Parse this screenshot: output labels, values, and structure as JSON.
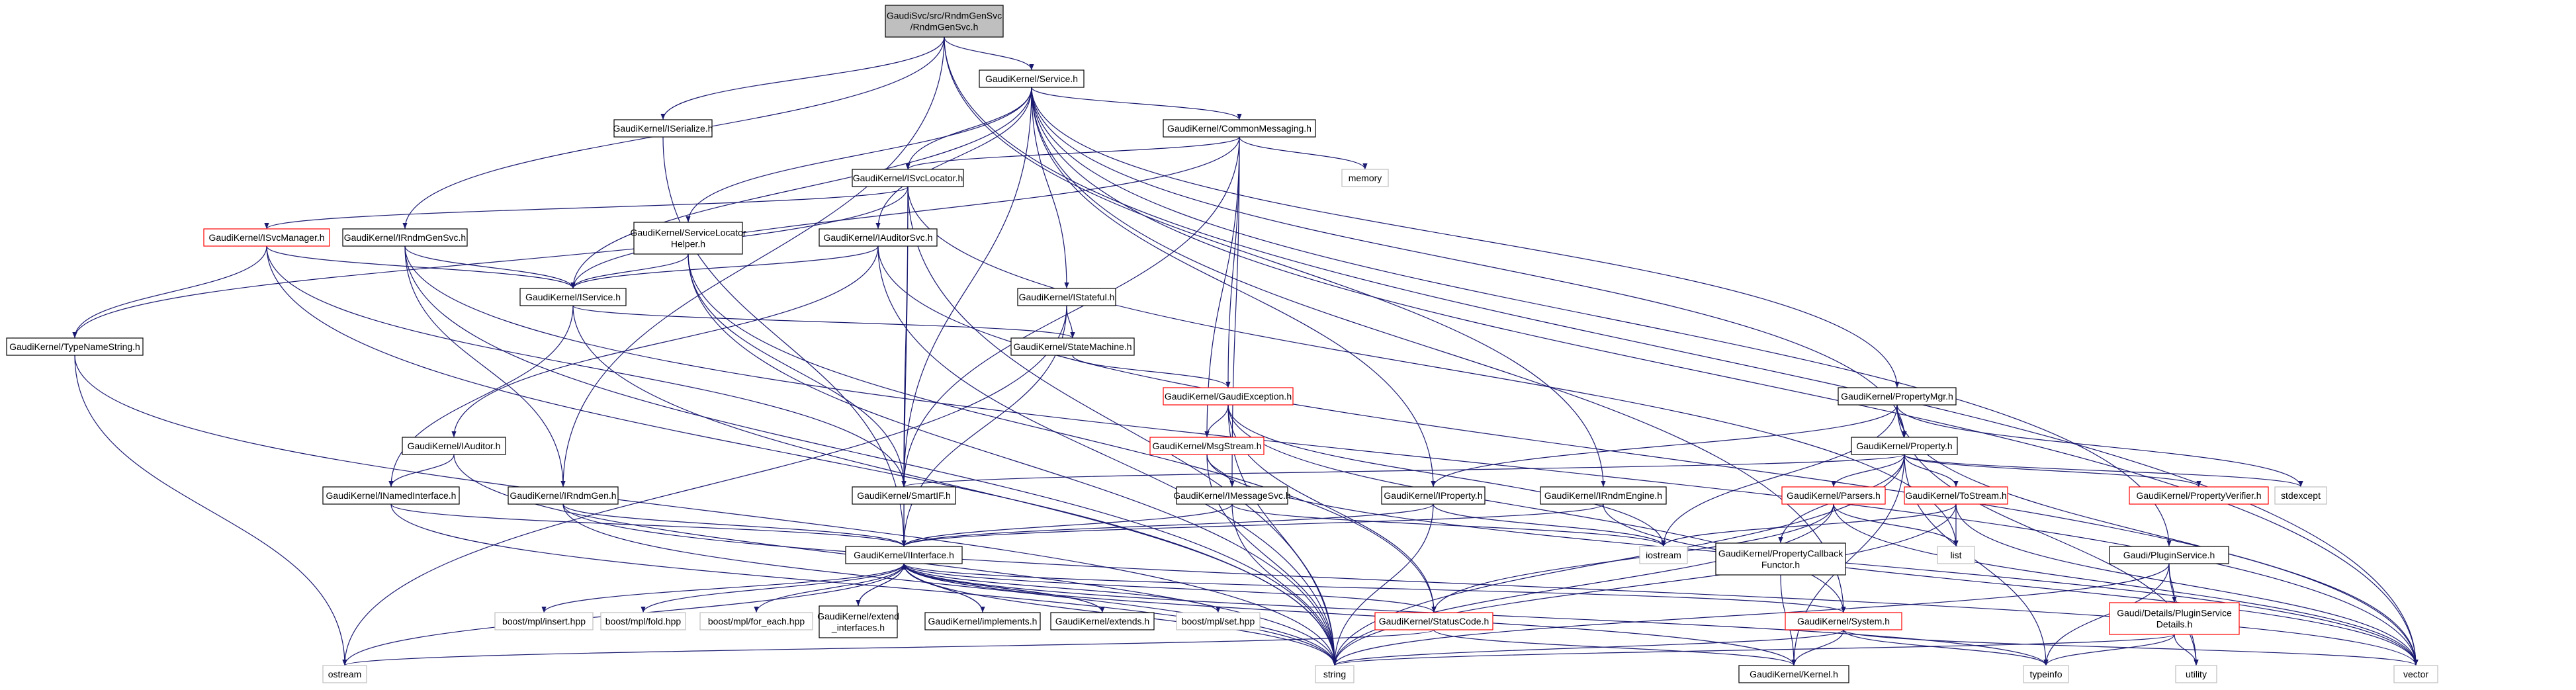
{
  "diagram": {
    "type": "include-dependency-graph",
    "edge_color": "#191970",
    "node_border_colors": {
      "normal": "#000000",
      "red": "#ff0000",
      "root_fill": "#bfbfbf",
      "external": "#bfbfbf"
    },
    "nodes": [
      {
        "id": "root",
        "lines": [
          "GaudiSvc/src/RndmGenSvc",
          "/RndmGenSvc.h"
        ],
        "style": "gray"
      },
      {
        "id": "service",
        "lines": [
          "GaudiKernel/Service.h"
        ],
        "style": "normal"
      },
      {
        "id": "iserialize",
        "lines": [
          "GaudiKernel/ISerialize.h"
        ],
        "style": "normal"
      },
      {
        "id": "commonmsg",
        "lines": [
          "GaudiKernel/CommonMessaging.h"
        ],
        "style": "normal"
      },
      {
        "id": "memory",
        "lines": [
          "memory"
        ],
        "style": "plain"
      },
      {
        "id": "isvclocator",
        "lines": [
          "GaudiKernel/ISvcLocator.h"
        ],
        "style": "normal"
      },
      {
        "id": "isvcmanager",
        "lines": [
          "GaudiKernel/ISvcManager.h"
        ],
        "style": "red"
      },
      {
        "id": "irndmgensvc",
        "lines": [
          "GaudiKernel/IRndmGenSvc.h"
        ],
        "style": "normal"
      },
      {
        "id": "servicelocatorhelper",
        "lines": [
          "GaudiKernel/ServiceLocator",
          "Helper.h"
        ],
        "style": "normal"
      },
      {
        "id": "iauditorsvc",
        "lines": [
          "GaudiKernel/IAuditorSvc.h"
        ],
        "style": "normal"
      },
      {
        "id": "iservice",
        "lines": [
          "GaudiKernel/IService.h"
        ],
        "style": "normal"
      },
      {
        "id": "typenamestring",
        "lines": [
          "GaudiKernel/TypeNameString.h"
        ],
        "style": "normal"
      },
      {
        "id": "istateful",
        "lines": [
          "GaudiKernel/IStateful.h"
        ],
        "style": "normal"
      },
      {
        "id": "statemachine",
        "lines": [
          "GaudiKernel/StateMachine.h"
        ],
        "style": "normal"
      },
      {
        "id": "gaudiexception",
        "lines": [
          "GaudiKernel/GaudiException.h"
        ],
        "style": "red"
      },
      {
        "id": "propertymgr",
        "lines": [
          "GaudiKernel/PropertyMgr.h"
        ],
        "style": "normal"
      },
      {
        "id": "iauditor",
        "lines": [
          "GaudiKernel/IAuditor.h"
        ],
        "style": "normal"
      },
      {
        "id": "msgstream",
        "lines": [
          "GaudiKernel/MsgStream.h"
        ],
        "style": "red"
      },
      {
        "id": "property",
        "lines": [
          "GaudiKernel/Property.h"
        ],
        "style": "normal"
      },
      {
        "id": "inamedinterface",
        "lines": [
          "GaudiKernel/INamedInterface.h"
        ],
        "style": "normal"
      },
      {
        "id": "irndmgen",
        "lines": [
          "GaudiKernel/IRndmGen.h"
        ],
        "style": "normal"
      },
      {
        "id": "smartif",
        "lines": [
          "GaudiKernel/SmartIF.h"
        ],
        "style": "normal"
      },
      {
        "id": "imessagesvc",
        "lines": [
          "GaudiKernel/IMessageSvc.h"
        ],
        "style": "normal"
      },
      {
        "id": "iproperty",
        "lines": [
          "GaudiKernel/IProperty.h"
        ],
        "style": "normal"
      },
      {
        "id": "irndmengine",
        "lines": [
          "GaudiKernel/IRndmEngine.h"
        ],
        "style": "normal"
      },
      {
        "id": "parsers",
        "lines": [
          "GaudiKernel/Parsers.h"
        ],
        "style": "red"
      },
      {
        "id": "tostream",
        "lines": [
          "GaudiKernel/ToStream.h"
        ],
        "style": "red"
      },
      {
        "id": "propertyverifier",
        "lines": [
          "GaudiKernel/PropertyVerifier.h"
        ],
        "style": "red"
      },
      {
        "id": "stdexcept",
        "lines": [
          "stdexcept"
        ],
        "style": "plain"
      },
      {
        "id": "iinterface",
        "lines": [
          "GaudiKernel/IInterface.h"
        ],
        "style": "normal"
      },
      {
        "id": "iostream",
        "lines": [
          "iostream"
        ],
        "style": "plain"
      },
      {
        "id": "propertycallbackfunctor",
        "lines": [
          "GaudiKernel/PropertyCallback",
          "Functor.h"
        ],
        "style": "normal"
      },
      {
        "id": "list",
        "lines": [
          "list"
        ],
        "style": "plain"
      },
      {
        "id": "pluginservice",
        "lines": [
          "Gaudi/PluginService.h"
        ],
        "style": "normal"
      },
      {
        "id": "pluginservicedetails",
        "lines": [
          "Gaudi/Details/PluginService",
          "Details.h"
        ],
        "style": "red"
      },
      {
        "id": "mpl_insert",
        "lines": [
          "boost/mpl/insert.hpp"
        ],
        "style": "plain"
      },
      {
        "id": "mpl_fold",
        "lines": [
          "boost/mpl/fold.hpp"
        ],
        "style": "plain"
      },
      {
        "id": "mpl_foreach",
        "lines": [
          "boost/mpl/for_each.hpp"
        ],
        "style": "plain"
      },
      {
        "id": "extend_interfaces",
        "lines": [
          "GaudiKernel/extend",
          "_interfaces.h"
        ],
        "style": "normal"
      },
      {
        "id": "implements",
        "lines": [
          "GaudiKernel/implements.h"
        ],
        "style": "normal"
      },
      {
        "id": "extends",
        "lines": [
          "GaudiKernel/extends.h"
        ],
        "style": "normal"
      },
      {
        "id": "mpl_set",
        "lines": [
          "boost/mpl/set.hpp"
        ],
        "style": "plain"
      },
      {
        "id": "statuscode",
        "lines": [
          "GaudiKernel/StatusCode.h"
        ],
        "style": "red"
      },
      {
        "id": "system",
        "lines": [
          "GaudiKernel/System.h"
        ],
        "style": "red"
      },
      {
        "id": "ostream",
        "lines": [
          "ostream"
        ],
        "style": "plain"
      },
      {
        "id": "string",
        "lines": [
          "string"
        ],
        "style": "plain"
      },
      {
        "id": "kernel",
        "lines": [
          "GaudiKernel/Kernel.h"
        ],
        "style": "normal"
      },
      {
        "id": "typeinfo",
        "lines": [
          "typeinfo"
        ],
        "style": "plain"
      },
      {
        "id": "utility",
        "lines": [
          "utility"
        ],
        "style": "plain"
      },
      {
        "id": "vector",
        "lines": [
          "vector"
        ],
        "style": "plain"
      }
    ],
    "edges": [
      [
        "root",
        "service"
      ],
      [
        "root",
        "iserialize"
      ],
      [
        "root",
        "irndmgensvc"
      ],
      [
        "root",
        "irndmgen"
      ],
      [
        "root",
        "irndmengine"
      ],
      [
        "root",
        "vector"
      ],
      [
        "service",
        "commonmsg"
      ],
      [
        "service",
        "isvclocator"
      ],
      [
        "service",
        "servicelocatorhelper"
      ],
      [
        "service",
        "iauditorsvc"
      ],
      [
        "service",
        "iservice"
      ],
      [
        "service",
        "istateful"
      ],
      [
        "service",
        "smartif"
      ],
      [
        "service",
        "iproperty"
      ],
      [
        "service",
        "propertymgr"
      ],
      [
        "service",
        "property"
      ],
      [
        "service",
        "pluginservice"
      ],
      [
        "service",
        "system"
      ],
      [
        "service",
        "vector"
      ],
      [
        "iserialize",
        "iinterface"
      ],
      [
        "commonmsg",
        "memory"
      ],
      [
        "commonmsg",
        "isvclocator"
      ],
      [
        "commonmsg",
        "iservice"
      ],
      [
        "commonmsg",
        "gaudiexception"
      ],
      [
        "commonmsg",
        "msgstream"
      ],
      [
        "commonmsg",
        "imessagesvc"
      ],
      [
        "commonmsg",
        "smartif"
      ],
      [
        "isvclocator",
        "isvcmanager"
      ],
      [
        "isvclocator",
        "typenamestring"
      ],
      [
        "isvclocator",
        "smartif"
      ],
      [
        "isvclocator",
        "iinterface"
      ],
      [
        "isvclocator",
        "string"
      ],
      [
        "isvclocator",
        "list"
      ],
      [
        "isvcmanager",
        "iservice"
      ],
      [
        "isvcmanager",
        "typenamestring"
      ],
      [
        "isvcmanager",
        "smartif"
      ],
      [
        "isvcmanager",
        "string"
      ],
      [
        "irndmgensvc",
        "iservice"
      ],
      [
        "irndmgensvc",
        "irndmgen"
      ],
      [
        "irndmgensvc",
        "string"
      ],
      [
        "irndmgensvc",
        "vector"
      ],
      [
        "servicelocatorhelper",
        "iservice"
      ],
      [
        "servicelocatorhelper",
        "smartif"
      ],
      [
        "servicelocatorhelper",
        "string"
      ],
      [
        "servicelocatorhelper",
        "statuscode"
      ],
      [
        "iauditorsvc",
        "iservice"
      ],
      [
        "iauditorsvc",
        "iauditor"
      ],
      [
        "iauditorsvc",
        "string"
      ],
      [
        "iauditorsvc",
        "vector"
      ],
      [
        "iservice",
        "statemachine"
      ],
      [
        "iservice",
        "inamedinterface"
      ],
      [
        "iservice",
        "string"
      ],
      [
        "typenamestring",
        "string"
      ],
      [
        "typenamestring",
        "ostream"
      ],
      [
        "istateful",
        "statemachine"
      ],
      [
        "istateful",
        "iinterface"
      ],
      [
        "istateful",
        "ostream"
      ],
      [
        "statemachine",
        "gaudiexception"
      ],
      [
        "gaudiexception",
        "msgstream"
      ],
      [
        "gaudiexception",
        "system"
      ],
      [
        "gaudiexception",
        "statuscode"
      ],
      [
        "gaudiexception",
        "string"
      ],
      [
        "gaudiexception",
        "iostream"
      ],
      [
        "propertymgr",
        "property"
      ],
      [
        "propertymgr",
        "iproperty"
      ],
      [
        "propertymgr",
        "stdexcept"
      ],
      [
        "propertymgr",
        "iostream"
      ],
      [
        "propertymgr",
        "utility"
      ],
      [
        "propertymgr",
        "vector"
      ],
      [
        "iauditor",
        "inamedinterface"
      ],
      [
        "iauditor",
        "string"
      ],
      [
        "msgstream",
        "imessagesvc"
      ],
      [
        "msgstream",
        "string"
      ],
      [
        "msgstream",
        "vector"
      ],
      [
        "property",
        "parsers"
      ],
      [
        "property",
        "tostream"
      ],
      [
        "property",
        "propertyverifier"
      ],
      [
        "property",
        "propertycallbackfunctor"
      ],
      [
        "property",
        "stdexcept"
      ],
      [
        "property",
        "smartif"
      ],
      [
        "property",
        "string"
      ],
      [
        "property",
        "typeinfo"
      ],
      [
        "property",
        "kernel"
      ],
      [
        "inamedinterface",
        "iinterface"
      ],
      [
        "inamedinterface",
        "string"
      ],
      [
        "irndmgen",
        "iinterface"
      ],
      [
        "irndmgen",
        "string"
      ],
      [
        "irndmgen",
        "vector"
      ],
      [
        "smartif",
        "iinterface"
      ],
      [
        "imessagesvc",
        "iinterface"
      ],
      [
        "imessagesvc",
        "iostream"
      ],
      [
        "imessagesvc",
        "string"
      ],
      [
        "iproperty",
        "iinterface"
      ],
      [
        "iproperty",
        "iostream"
      ],
      [
        "iproperty",
        "string"
      ],
      [
        "irndmengine",
        "iinterface"
      ],
      [
        "irndmengine",
        "vector"
      ],
      [
        "parsers",
        "statuscode"
      ],
      [
        "parsers",
        "list"
      ],
      [
        "parsers",
        "string"
      ],
      [
        "parsers",
        "vector"
      ],
      [
        "tostream",
        "iostream"
      ],
      [
        "tostream",
        "list"
      ],
      [
        "tostream",
        "string"
      ],
      [
        "tostream",
        "vector"
      ],
      [
        "iinterface",
        "mpl_insert"
      ],
      [
        "iinterface",
        "mpl_fold"
      ],
      [
        "iinterface",
        "mpl_foreach"
      ],
      [
        "iinterface",
        "extend_interfaces"
      ],
      [
        "iinterface",
        "implements"
      ],
      [
        "iinterface",
        "extends"
      ],
      [
        "iinterface",
        "mpl_set"
      ],
      [
        "iinterface",
        "statuscode"
      ],
      [
        "iinterface",
        "system"
      ],
      [
        "iinterface",
        "ostream"
      ],
      [
        "iinterface",
        "string"
      ],
      [
        "iinterface",
        "kernel"
      ],
      [
        "iinterface",
        "typeinfo"
      ],
      [
        "extend_interfaces",
        "iinterface"
      ],
      [
        "implements",
        "iinterface"
      ],
      [
        "extends",
        "iinterface"
      ],
      [
        "propertycallbackfunctor",
        "kernel"
      ],
      [
        "pluginservice",
        "pluginservicedetails"
      ],
      [
        "pluginservice",
        "string"
      ],
      [
        "pluginservice",
        "typeinfo"
      ],
      [
        "pluginservice",
        "utility"
      ],
      [
        "pluginservicedetails",
        "string"
      ],
      [
        "pluginservicedetails",
        "typeinfo"
      ],
      [
        "pluginservicedetails",
        "utility"
      ],
      [
        "statuscode",
        "ostream"
      ],
      [
        "statuscode",
        "kernel"
      ],
      [
        "system",
        "kernel"
      ],
      [
        "system",
        "typeinfo"
      ],
      [
        "system",
        "string"
      ],
      [
        "system",
        "vector"
      ]
    ]
  }
}
